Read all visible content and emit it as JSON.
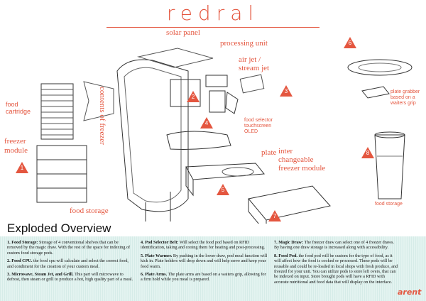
{
  "title": "redral",
  "labels": {
    "solar_panel": "solar panel",
    "processing_unit": "processing unit",
    "air_jet_1": "air jet /",
    "air_jet_2": "stream jet",
    "food_cartridge_1": "food",
    "food_cartridge_2": "cartridge",
    "contents_of_freezer": "contents of freezer",
    "freezer_module_1": "freezer",
    "freezer_module_2": "module",
    "food_selector_1": "food selector",
    "food_selector_2": "touchscreen",
    "food_selector_3": "OLED",
    "plate": "plate",
    "interchangeable_1": "inter",
    "interchangeable_2": "changeable",
    "interchangeable_3": "freezer module",
    "plate_grabber_1": "plate grabber",
    "plate_grabber_2": "based on a",
    "plate_grabber_3": "waiters grip",
    "food_storage_bottom": "food storage",
    "food_storage_right": "food storage"
  },
  "markers": [
    "1",
    "2",
    "3",
    "4",
    "5",
    "6",
    "7",
    "8"
  ],
  "heading": "Exploded Overview",
  "descriptions": [
    {
      "title": "1. Food Storage:",
      "text": "Storage of 4 conventional shelves that can be removed by the magic draw. With the rest of the space for indexing of custom food storage pods."
    },
    {
      "title": "2. Food CPU.",
      "text": "the food cpu will calculate and select the correct food, and condiment for the creation of your custom meal."
    },
    {
      "title": "3. Microwave, Steam Jet, and Grill.",
      "text": "This part will microwave to defrost, then steam or grill to produce a hot, high quality part of a meal."
    },
    {
      "title": "4. Pod Selector Belt:",
      "text": "Will select the food pod based on RFID identification, taking and cooing them for heating and post-processing."
    },
    {
      "title": "5. Plate Warmer.",
      "text": "By pushing in the lower draw, pod meal function will kick in. Plate holders will drop down and will help serve and keep your food warm."
    },
    {
      "title": "6. Plate Arms.",
      "text": "The plate arms are based on a waiters grip, allowing for a firm hold while you meal is prepared."
    },
    {
      "title": "7. Magic Draw:",
      "text": "The freezer draw can select one of 4 freezer draws. By having one draw storage is increased along with accessibility."
    },
    {
      "title": "8. Food Pod.",
      "text": "the food pod will be custom for the type of food, as it will affect how the food is cooked or processed. These pods will be reusable and could be re-loaded in local shops with fresh produce, and freezed for your unit. You can utilize pods to store left overs, that can be indexed on input. Store brought pods will have a RFID with accurate nutritional and food data that will display on the interface."
    }
  ],
  "logo": "arent"
}
